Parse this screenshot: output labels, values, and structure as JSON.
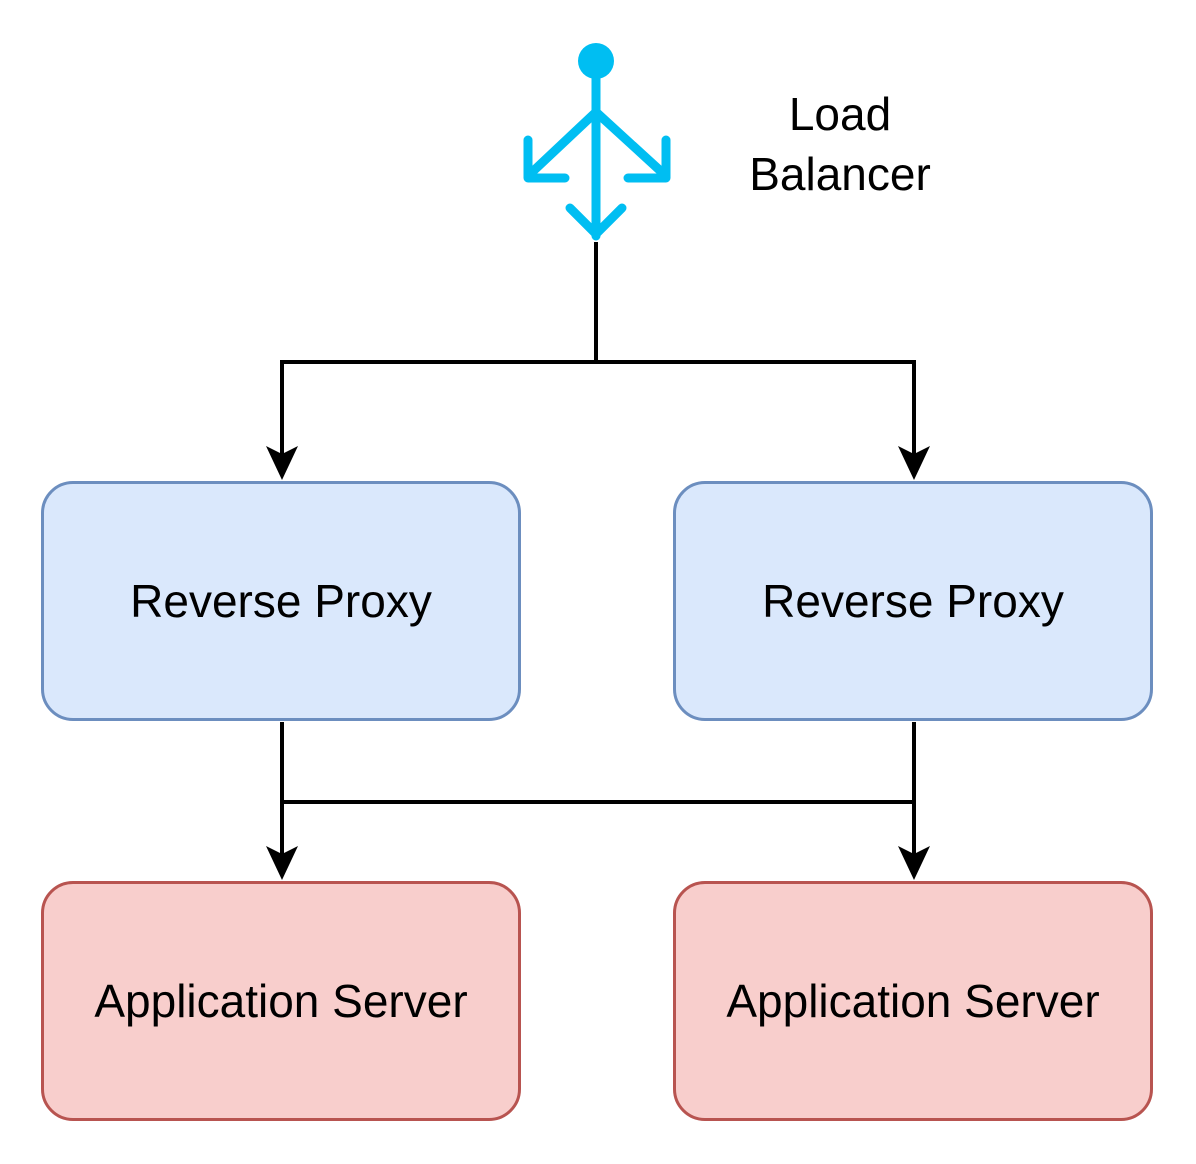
{
  "load_balancer": {
    "icon": "load-balancer-icon",
    "label_line1": "Load",
    "label_line2": "Balancer",
    "icon_color": "#00BEF2"
  },
  "proxies": [
    {
      "label": "Reverse Proxy"
    },
    {
      "label": "Reverse Proxy"
    }
  ],
  "app_servers": [
    {
      "label": "Application Server"
    },
    {
      "label": "Application Server"
    }
  ],
  "colors": {
    "proxy_fill": "#DAE8FC",
    "proxy_stroke": "#6C8EBF",
    "app_fill": "#F8CECC",
    "app_stroke": "#B85450",
    "connector": "#000000"
  }
}
